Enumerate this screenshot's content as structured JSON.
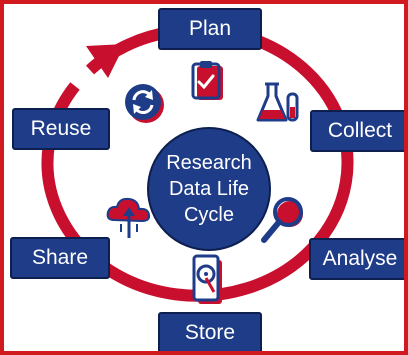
{
  "center": {
    "line1": "Research",
    "line2": "Data Life",
    "line3": "Cycle"
  },
  "stages": {
    "plan": "Plan",
    "collect": "Collect",
    "analyse": "Analyse",
    "store": "Store",
    "share": "Share",
    "reuse": "Reuse"
  },
  "colors": {
    "ring": "#c8102e",
    "box": "#1f3c88",
    "icon_blue": "#1f3c88",
    "icon_red": "#c8102e",
    "border": "#d01a1f"
  },
  "icons": [
    "clipboard-icon",
    "flask-icon",
    "magnifier-icon",
    "hard-drive-icon",
    "cloud-upload-icon",
    "refresh-icon"
  ]
}
